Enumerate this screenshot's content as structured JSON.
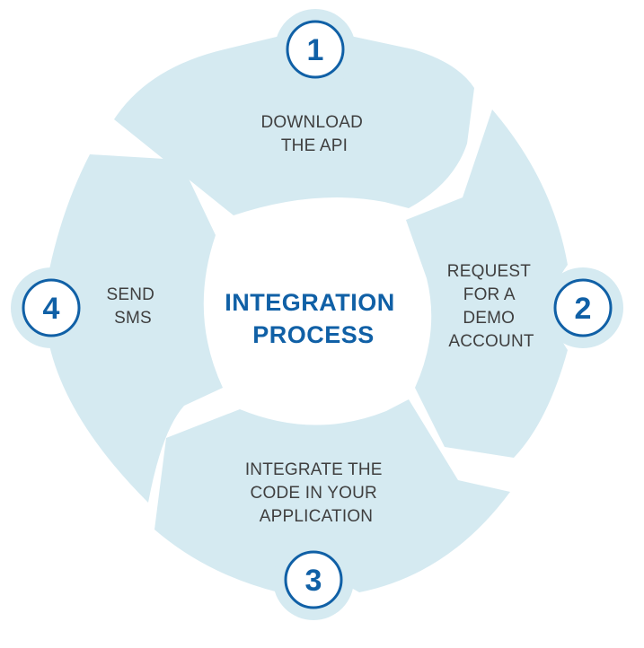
{
  "diagram": {
    "center": {
      "lines": [
        "INTEGRATION",
        "PROCESS"
      ]
    },
    "steps": [
      {
        "number": "1",
        "lines": [
          "DOWNLOAD",
          "THE API"
        ]
      },
      {
        "number": "2",
        "lines": [
          "REQUEST",
          "FOR A",
          "DEMO",
          "ACCOUNT"
        ]
      },
      {
        "number": "3",
        "lines": [
          "INTEGRATE THE",
          "CODE IN YOUR",
          "APPLICATION"
        ]
      },
      {
        "number": "4",
        "lines": [
          "SEND",
          "SMS"
        ]
      }
    ],
    "colors": {
      "segment_fill": "#d5eaf1",
      "accent": "#1060a6",
      "label_text": "#3f3f3f",
      "background": "#ffffff"
    }
  }
}
